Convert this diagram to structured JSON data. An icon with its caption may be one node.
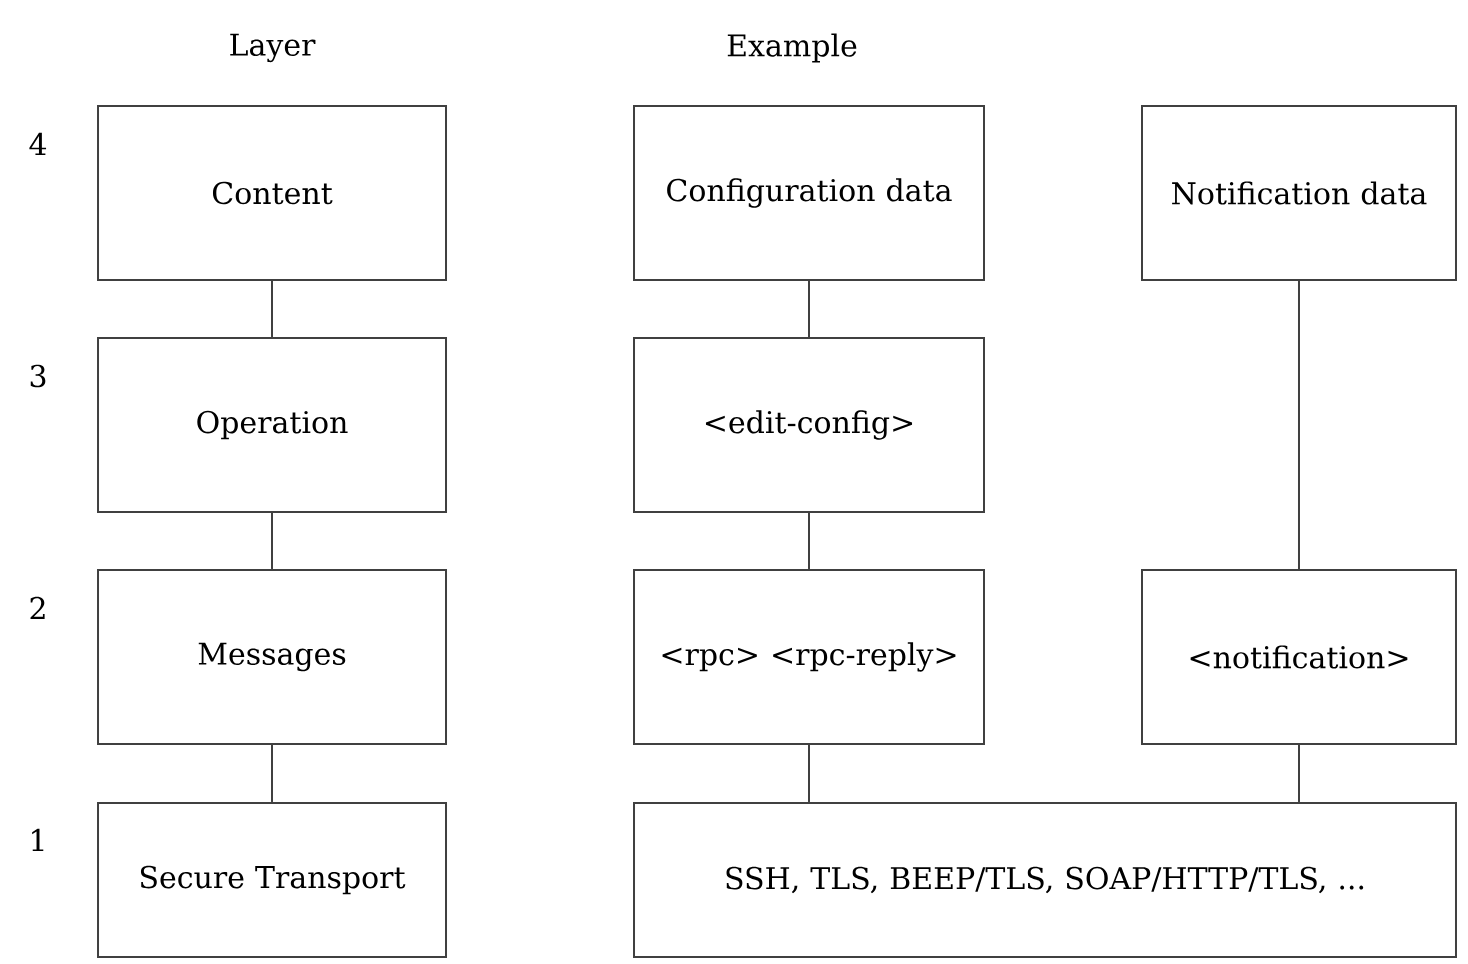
{
  "diagram": {
    "nodes": [
      {
        "text": [
          "Content"
        ]
      },
      {
        "text": [
          "Operation"
        ]
      },
      {
        "text": [
          "Messages"
        ]
      },
      {
        "text": [
          "Secure Transport"
        ]
      },
      {
        "text": [
          "Configuration data"
        ]
      },
      {
        "text": [
          "<edit-config>"
        ]
      },
      {
        "text": [
          "<rpc> <rpc-reply>"
        ]
      },
      {
        "text": [
          "SSH, TLS, BEEP/TLS, SOAP/HTTP/TLS, ..."
        ]
      },
      {
        "text": [
          "Notification data"
        ]
      },
      {
        "text": [
          "<notification>"
        ]
      }
    ],
    "edges": [
      {
        "from": 0,
        "to": 1,
        "arrow": "none"
      },
      {
        "from": 1,
        "to": 2,
        "arrow": "none"
      },
      {
        "from": 2,
        "to": 3,
        "arrow": "none"
      },
      {
        "from": 4,
        "to": 5,
        "arrow": "none"
      },
      {
        "from": 5,
        "to": 6,
        "arrow": "none"
      },
      {
        "from": 6,
        "to": 7,
        "arrow": "none"
      },
      {
        "from": 8,
        "to": 9,
        "arrow": "none"
      },
      {
        "from": 9,
        "to": 7,
        "arrow": "none"
      }
    ],
    "labels": [
      "Layer",
      "Example",
      "4",
      "3",
      "2",
      "1"
    ]
  }
}
